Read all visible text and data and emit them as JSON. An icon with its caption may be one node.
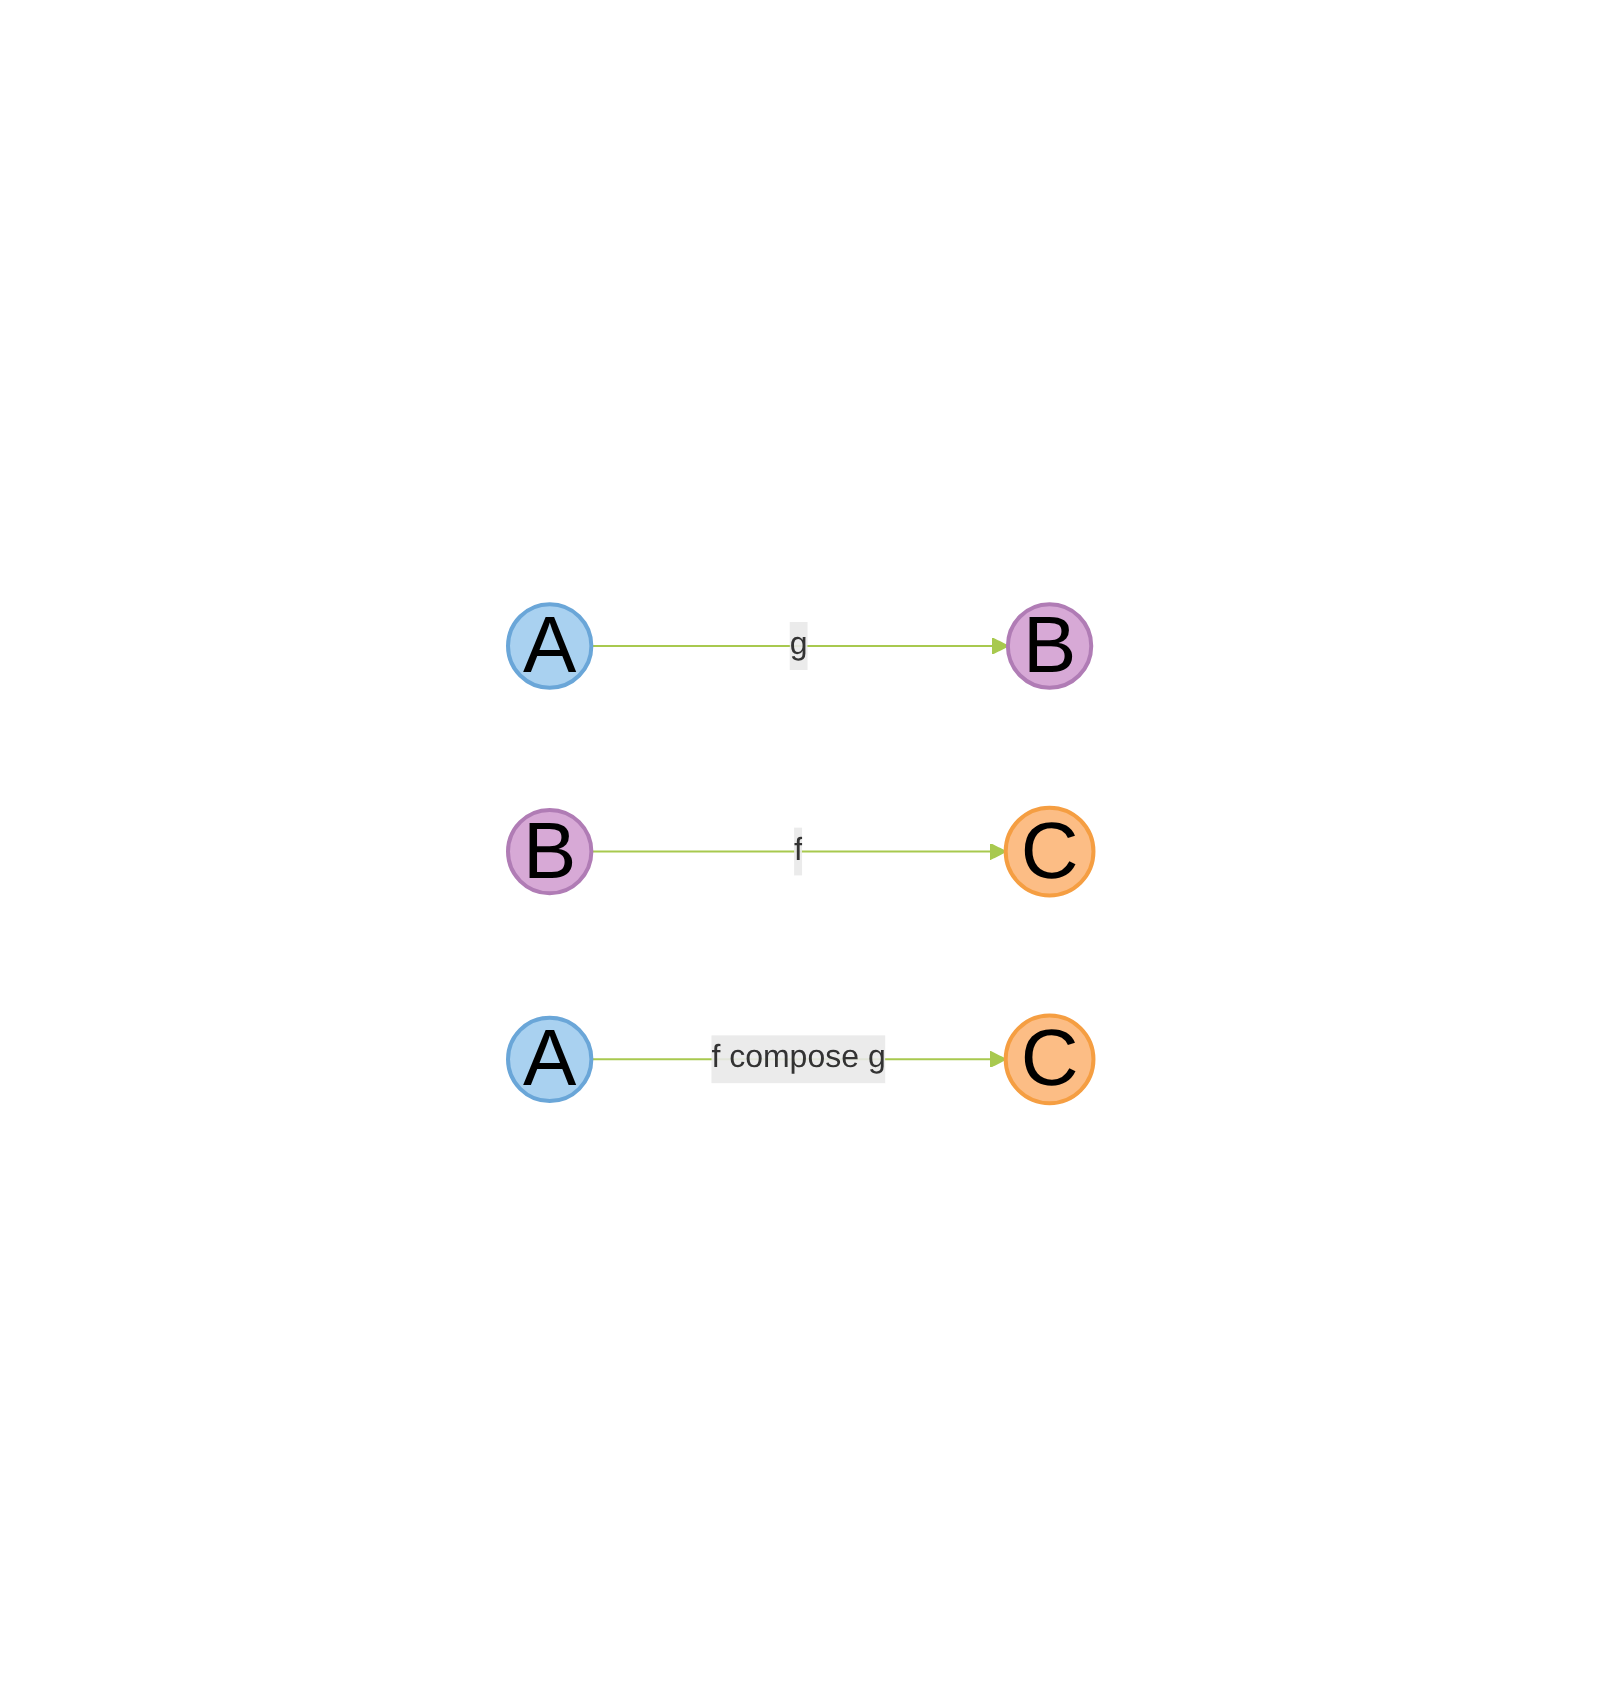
{
  "diagram": {
    "nodes": [
      {
        "text": [
          "A"
        ]
      },
      {
        "text": [
          "B"
        ]
      },
      {
        "text": [
          "B"
        ]
      },
      {
        "text": [
          "C"
        ]
      },
      {
        "text": [
          "A"
        ]
      },
      {
        "text": [
          "C"
        ]
      }
    ],
    "edges": [
      {
        "from": 0,
        "to": 1,
        "arrow": "to",
        "label": "g",
        "color": "#a8c94f"
      },
      {
        "from": 2,
        "to": 3,
        "arrow": "to",
        "label": "f",
        "color": "#a8c94f"
      },
      {
        "from": 4,
        "to": 5,
        "arrow": "to",
        "label": "f compose g",
        "color": "#a8c94f"
      }
    ]
  }
}
